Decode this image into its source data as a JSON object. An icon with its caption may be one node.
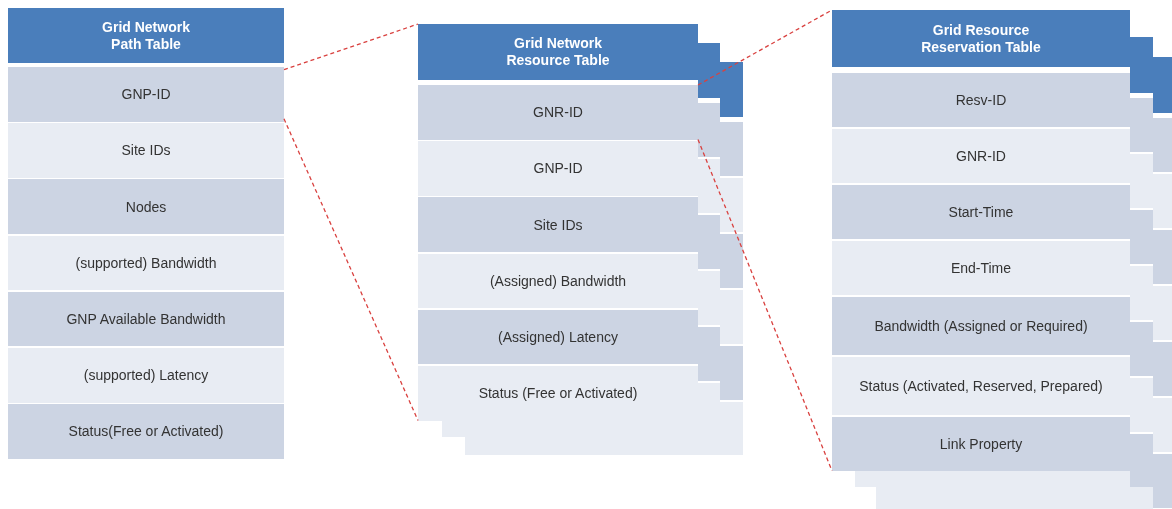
{
  "diagram": {
    "nodes": [
      {
        "text": [
          "Grid Network Path Table"
        ]
      },
      {
        "text": [
          "GNP-ID"
        ],
        "in": 0
      },
      {
        "text": [
          "Site IDs"
        ],
        "in": 0
      },
      {
        "text": [
          "Nodes"
        ],
        "in": 0
      },
      {
        "text": [
          "(supported) Bandwidth"
        ],
        "in": 0
      },
      {
        "text": [
          "GNP Available  Bandwidth"
        ],
        "in": 0
      },
      {
        "text": [
          "(supported) Latency"
        ],
        "in": 0
      },
      {
        "text": [
          "Status(Free or Activated)"
        ],
        "in": 0
      },
      {
        "text": [
          "Grid Network Resource Table"
        ]
      },
      {
        "text": [
          "GNR-ID"
        ],
        "in": 8
      },
      {
        "text": [
          "GNP-ID"
        ],
        "in": 8
      },
      {
        "text": [
          "Site IDs"
        ],
        "in": 8
      },
      {
        "text": [
          "(Assigned) Bandwidth"
        ],
        "in": 8
      },
      {
        "text": [
          "(Assigned) Latency"
        ],
        "in": 8
      },
      {
        "text": [
          "Status (Free or Activated)"
        ],
        "in": 8
      },
      {
        "text": [
          "Grid Resource Reservation Table"
        ]
      },
      {
        "text": [
          "Resv-ID"
        ],
        "in": 15
      },
      {
        "text": [
          "GNR-ID"
        ],
        "in": 15
      },
      {
        "text": [
          "Start-Time"
        ],
        "in": 15
      },
      {
        "text": [
          "End-Time"
        ],
        "in": 15
      },
      {
        "text": [
          "Bandwidth (Assigned or Required)"
        ],
        "in": 15
      },
      {
        "text": [
          "Status (Activated, Reserved, Prepared)"
        ],
        "in": 15
      },
      {
        "text": [
          "Link Property"
        ],
        "in": 15
      }
    ],
    "edges": [
      {
        "from": 1,
        "to": 8,
        "arrow": "none",
        "style": "dashed"
      },
      {
        "from": 1,
        "to": 8,
        "arrow": "none",
        "style": "dashed"
      },
      {
        "from": 9,
        "to": 15,
        "arrow": "none",
        "style": "dashed"
      },
      {
        "from": 9,
        "to": 15,
        "arrow": "none",
        "style": "dashed"
      }
    ]
  }
}
